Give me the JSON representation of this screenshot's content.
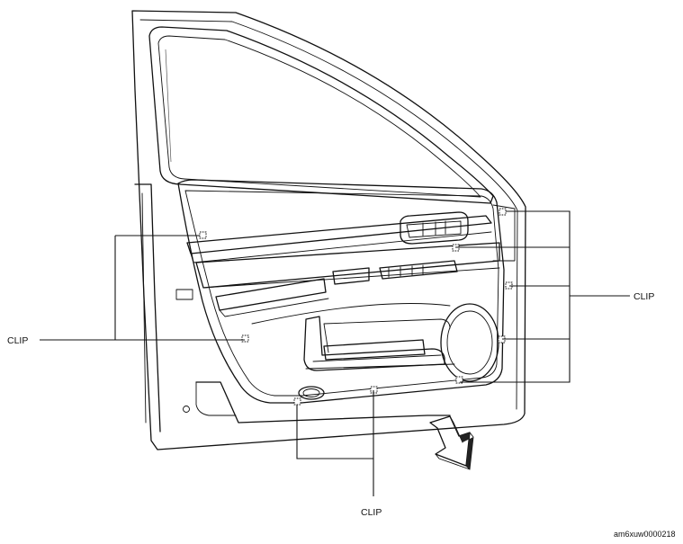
{
  "diagram": {
    "labels": {
      "clip_left": "CLIP",
      "clip_right": "CLIP",
      "clip_bottom": "CLIP"
    },
    "reference_code": "am6xuw0000218"
  }
}
